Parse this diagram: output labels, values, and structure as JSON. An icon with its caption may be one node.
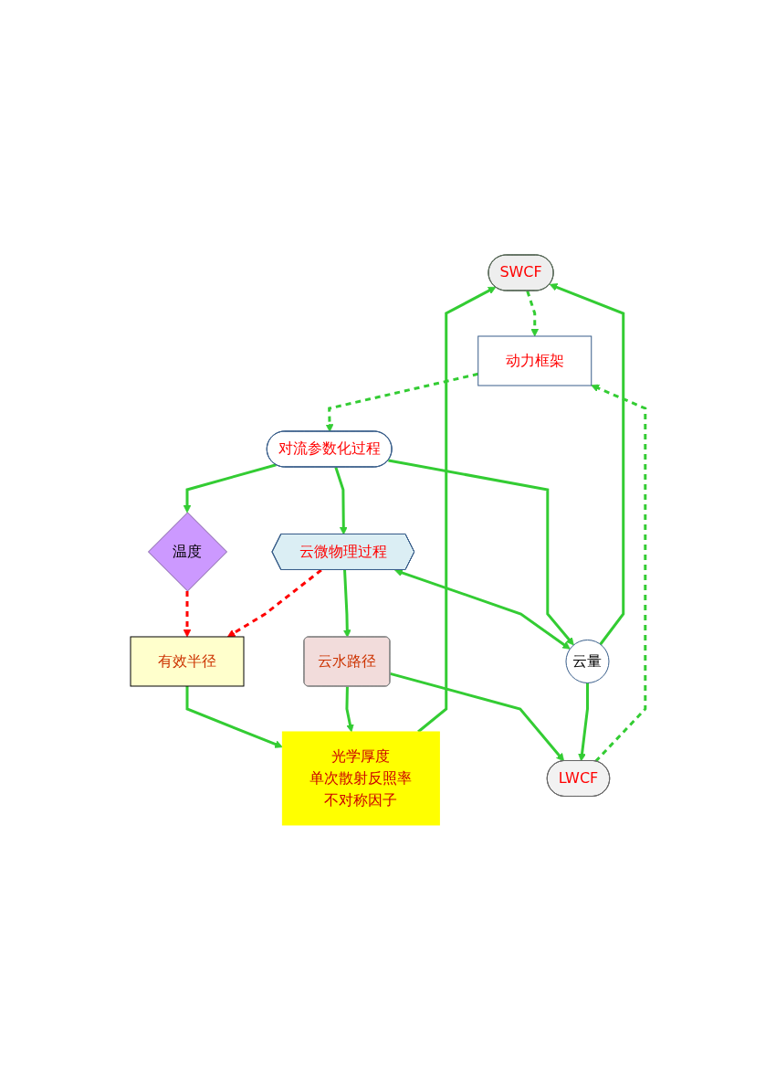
{
  "diagram": {
    "nodes": [
      {
        "text": [
          "SWCF"
        ]
      },
      {
        "text": [
          "LWCF"
        ]
      },
      {
        "text": [
          "光学厚度",
          "单次散射反照率",
          "不对称因子"
        ]
      },
      {
        "text": [
          "有效半径"
        ]
      },
      {
        "text": [
          "云水路径"
        ]
      },
      {
        "text": [
          "温度"
        ]
      },
      {
        "text": [
          "云微物理过程"
        ]
      },
      {
        "text": [
          "云量"
        ]
      },
      {
        "text": [
          "对流参数化过程"
        ]
      },
      {
        "text": [
          "动力框架"
        ]
      }
    ],
    "edges": [
      {
        "from": 2,
        "to": 0,
        "arrow": "to"
      },
      {
        "from": 7,
        "to": 0,
        "arrow": "to"
      },
      {
        "from": 4,
        "to": 1,
        "arrow": "to"
      },
      {
        "from": 7,
        "to": 1,
        "arrow": "to"
      },
      {
        "from": 3,
        "to": 2,
        "arrow": "to"
      },
      {
        "from": 4,
        "to": 2,
        "arrow": "to"
      },
      {
        "from": 6,
        "to": 4,
        "arrow": "to"
      },
      {
        "from": 5,
        "to": 3,
        "arrow": "to",
        "style": "dashed",
        "color": "#ff0000"
      },
      {
        "from": 6,
        "to": 3,
        "arrow": "to",
        "style": "dashed",
        "color": "#ff0000"
      },
      {
        "from": 6,
        "to": 7,
        "arrow": "both"
      },
      {
        "from": 8,
        "to": 5,
        "arrow": "to"
      },
      {
        "from": 8,
        "to": 6,
        "arrow": "to"
      },
      {
        "from": 8,
        "to": 7,
        "arrow": "to"
      },
      {
        "from": 9,
        "to": 8,
        "arrow": "to",
        "style": "dashed"
      },
      {
        "from": 0,
        "to": 9,
        "arrow": "to",
        "style": "dashed"
      },
      {
        "from": 1,
        "to": 9,
        "arrow": "to",
        "style": "dashed"
      }
    ]
  }
}
